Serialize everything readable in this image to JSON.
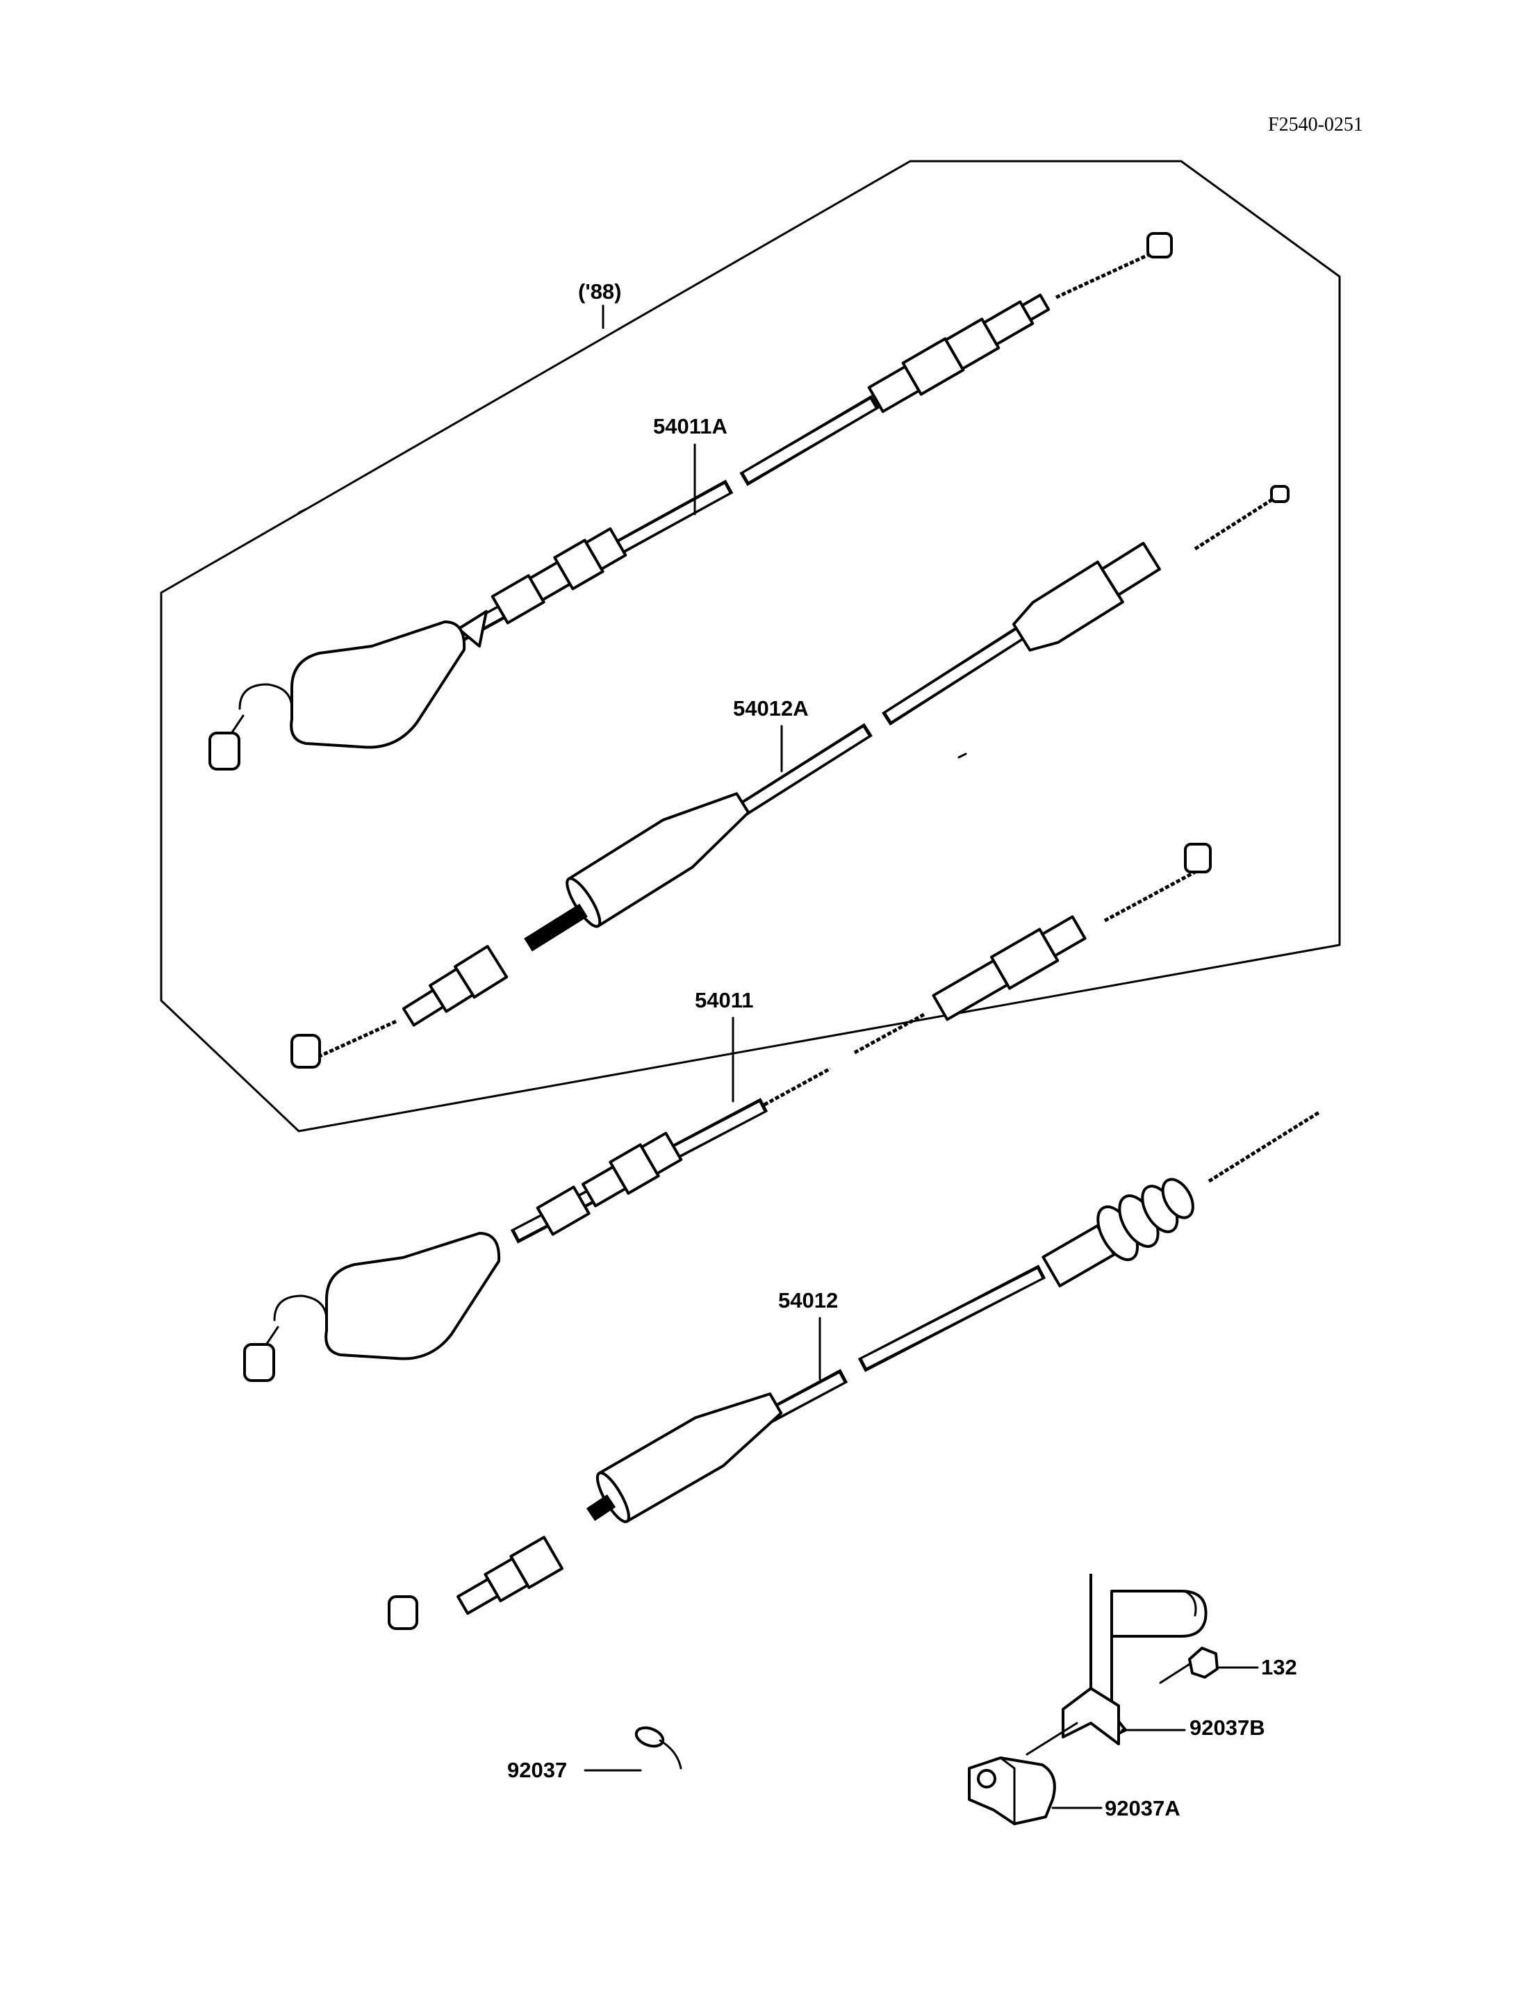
{
  "reference_code": "F2540-0251",
  "group_label": "('88)",
  "parts": [
    {
      "number": "54011A"
    },
    {
      "number": "54012A"
    },
    {
      "number": "54011"
    },
    {
      "number": "54012"
    },
    {
      "number": "132"
    },
    {
      "number": "92037B"
    },
    {
      "number": "92037A"
    },
    {
      "number": "92037"
    }
  ]
}
